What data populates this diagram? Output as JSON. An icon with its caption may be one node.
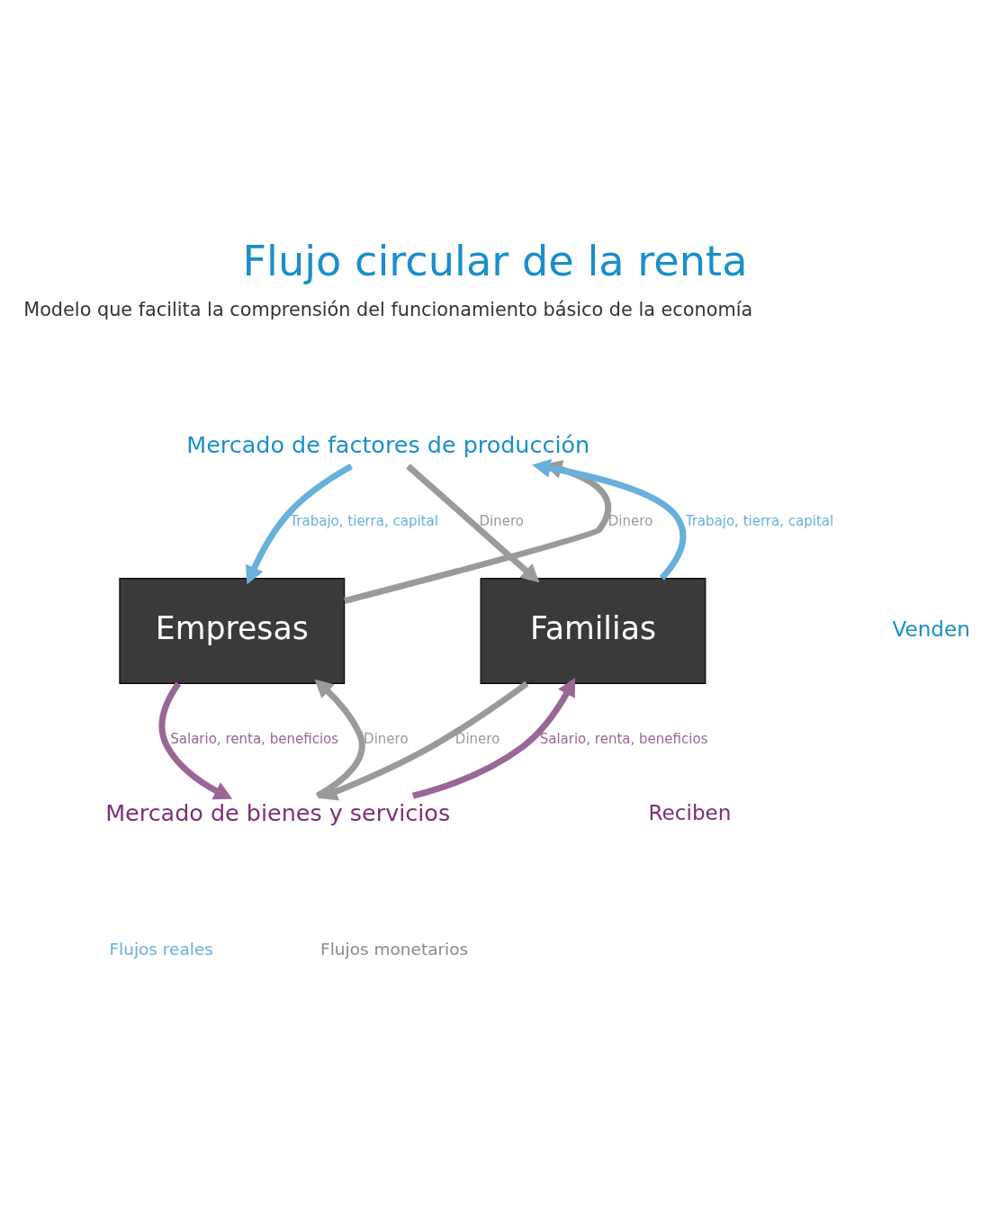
{
  "diagram": {
    "title": "Flujo circular de la renta",
    "nodes": [
      {
        "text": [
          "Mercado de factores de producción"
        ]
      },
      {
        "text": [
          "Empresas"
        ]
      },
      {
        "text": [
          "Familias"
        ]
      },
      {
        "text": [
          "Mercado de bienes y servicios"
        ]
      }
    ],
    "edges": [
      {
        "from": 0,
        "to": 1,
        "arrow": "to",
        "label": "Trabajo, tierra, capital",
        "color": "#67b0dc"
      },
      {
        "from": 1,
        "to": 0,
        "arrow": "to",
        "label": "Dinero"
      },
      {
        "from": 2,
        "to": 0,
        "arrow": "to",
        "label": "Trabajo, tierra, capital",
        "color": "#67b0dc"
      },
      {
        "from": 0,
        "to": 2,
        "arrow": "to",
        "label": "Dinero"
      },
      {
        "from": 1,
        "to": 3,
        "arrow": "to",
        "label": "Salario, renta, beneficios",
        "color": "#9a6695"
      },
      {
        "from": 3,
        "to": 1,
        "arrow": "to",
        "label": "Dinero"
      },
      {
        "from": 2,
        "to": 3,
        "arrow": "to",
        "label": "Dinero"
      },
      {
        "from": 3,
        "to": 2,
        "arrow": "to",
        "label": "Salario, renta, beneficios",
        "color": "#9a6695"
      }
    ],
    "labels": [
      "Modelo que facilita la comprensión del funcionamiento básico de la economía",
      "Venden",
      "Reciben"
    ],
    "legend": [
      {
        "text": "Flujos reales"
      },
      {
        "text": "Flujos monetarios"
      }
    ]
  }
}
